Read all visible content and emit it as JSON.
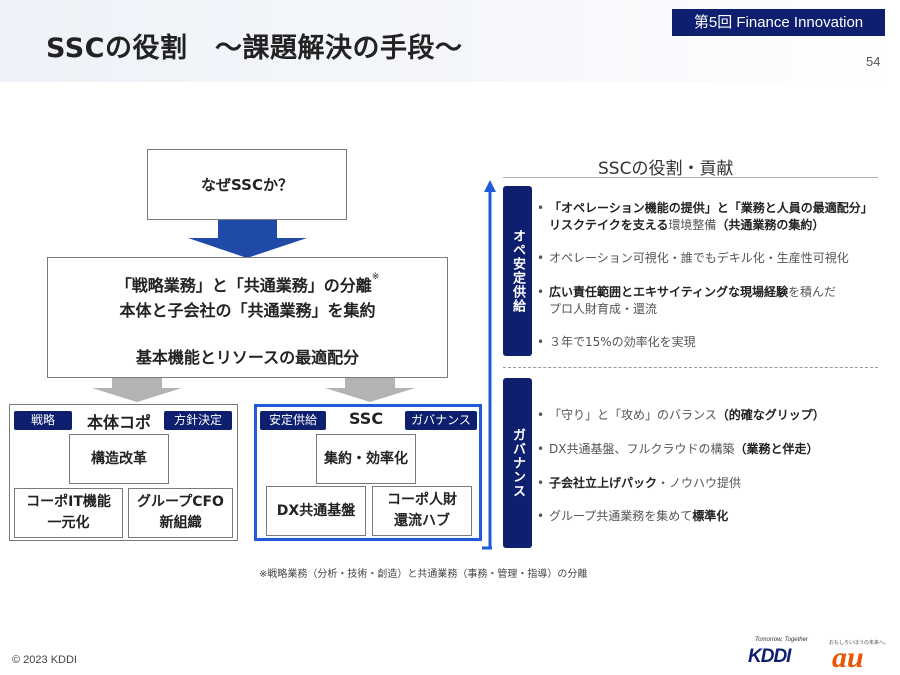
{
  "header": {
    "title": "SSCの役割　～課題解決の手段～",
    "session_badge": "第5回 Finance Innovation",
    "page_number": "54"
  },
  "flow": {
    "question": "なぜSSCか？",
    "main_line1": "「戦略業務」と「共通業務」の分離",
    "main_note_mark": "※",
    "main_line2": "本体と子会社の「共通業務」を集約",
    "main_line3": "基本機能とリソースの最適配分"
  },
  "left_box": {
    "tag_left": "戦略",
    "title": "本体コポ",
    "tag_right": "方針決定",
    "item_center": "構造改革",
    "item_left": "コーポIT機能\n一元化",
    "item_right": "グループCFO\n新組織"
  },
  "ssc_box": {
    "tag_left": "安定供給",
    "title": "SSC",
    "tag_right": "ガバナンス",
    "item_center": "集約・効率化",
    "item_left": "DX共通基盤",
    "item_right": "コーポ人財\n還流ハブ"
  },
  "roles": {
    "title": "SSCの役割・貢献",
    "ops_label": "オペ安定供給",
    "gov_label": "ガバナンス",
    "bullet": "•",
    "ops_item1_bold": "「オペレーション機能の提供」と「業務と人員の最適配分」",
    "ops_item1_line2_a": "リスクテイクを支える",
    "ops_item1_line2_b": "環境整備",
    "ops_item1_line2_c": "（共通業務の集約）",
    "ops_item2": "オペレーション可視化・誰でもデキル化・生産性可視化",
    "ops_item3_bold": "広い責任範囲とエキサイティングな現場経験",
    "ops_item3_tail": "を積んだ",
    "ops_item3_line2": "プロ人財育成・還流",
    "ops_item4": "３年で15%の効率化を実現",
    "gov_item1_a": "「守り」と「攻め」のバランス",
    "gov_item1_b": "（的確なグリップ）",
    "gov_item2_a": "DX共通基盤、フルクラウドの構築",
    "gov_item2_b": "（業務と伴走）",
    "gov_item3_a": "子会社立上げパック",
    "gov_item3_b": "・ノウハウ提供",
    "gov_item4_a": "グループ共通業務を集めて",
    "gov_item4_b": "標準化"
  },
  "footer": {
    "footnote": "※戦略業務（分析・技術・創造）と共通業務（事務・管理・指導）の分離",
    "copyright": "© 2023 KDDI",
    "kddi_tagline": "Tomorrow, Together",
    "kddi_logo": "KDDI",
    "au_tagline": "おもしろいほうの未来へ。",
    "au_logo": "au"
  },
  "colors": {
    "navy": "#0d1f6e",
    "arrow_blue": "#1f4aa8",
    "ssc_border": "#1f5bd6",
    "gray_arrow": "#b3b3b3",
    "au_orange": "#eb5505"
  }
}
